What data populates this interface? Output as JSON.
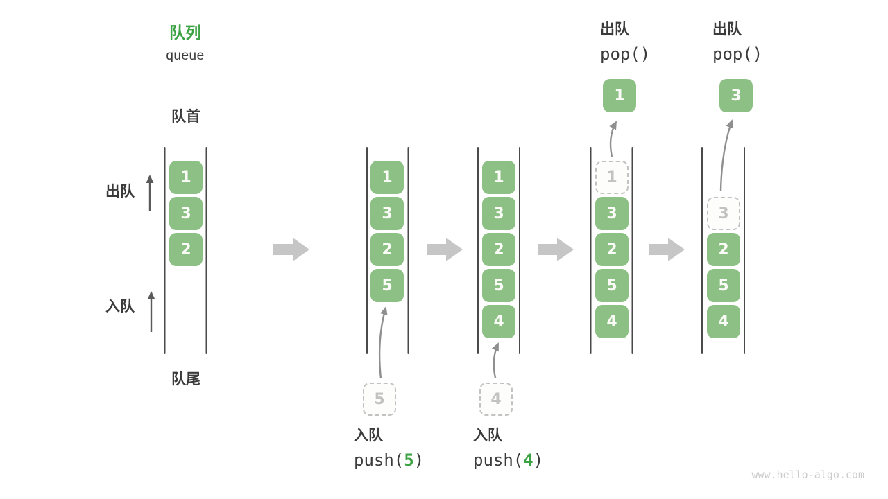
{
  "title": {
    "zh": "队列",
    "en": "queue"
  },
  "side_labels": {
    "front": "队首",
    "rear": "队尾",
    "dequeue": "出队",
    "enqueue": "入队"
  },
  "columns": [
    {
      "cells": [
        "1",
        "3",
        "2"
      ]
    },
    {
      "cells": [
        "1",
        "3",
        "2",
        "5"
      ],
      "incoming": "5",
      "op": {
        "zh": "入队",
        "fn": "push(",
        "arg": "5",
        "close": ")"
      }
    },
    {
      "cells": [
        "1",
        "3",
        "2",
        "5",
        "4"
      ],
      "incoming": "4",
      "op": {
        "zh": "入队",
        "fn": "push(",
        "arg": "4",
        "close": ")"
      }
    },
    {
      "ghost": "1",
      "cells": [
        "3",
        "2",
        "5",
        "4"
      ],
      "popped": "1",
      "op": {
        "zh": "出队",
        "code": "pop()"
      }
    },
    {
      "ghost": "3",
      "cells": [
        "2",
        "5",
        "4"
      ],
      "popped": "3",
      "op": {
        "zh": "出队",
        "code": "pop()"
      }
    }
  ],
  "colors": {
    "cell_green": "#8dc084",
    "accent_green": "#3da244",
    "ghost_gray": "#c2c2c2",
    "wall_gray": "#4a4a4a",
    "flow_arrow_gray": "#c6c6c6",
    "curve_arrow_gray": "#8f8f8f",
    "text_dark": "#3b3b3b",
    "watermark_gray": "#cbcbcb"
  },
  "watermark": "www.hello-algo.com"
}
